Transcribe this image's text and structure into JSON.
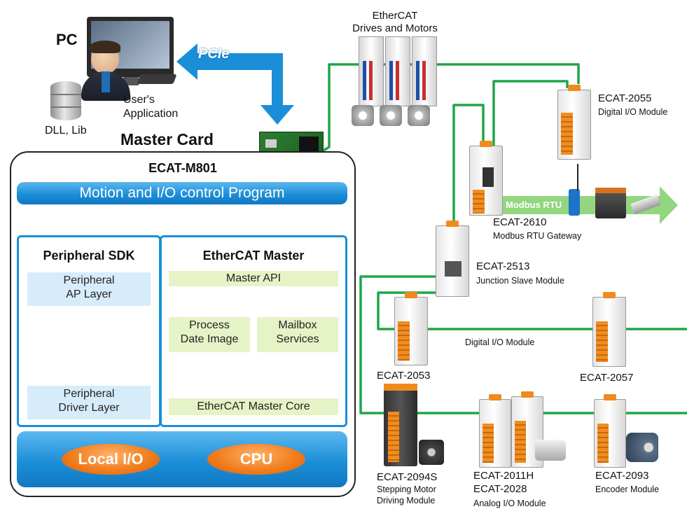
{
  "pc": {
    "title": "PC",
    "user_app_line1": "User's",
    "user_app_line2": "Application",
    "dll_label": "DLL, Lib"
  },
  "pcie_label": "PCIe",
  "master_card": {
    "title": "Master Card",
    "model": "ECAT-M801",
    "program_bar": "Motion and I/O control Program",
    "peripheral_sdk": {
      "title": "Peripheral SDK",
      "ap_line1": "Peripheral",
      "ap_line2": "AP Layer",
      "driver_line1": "Peripheral",
      "driver_line2": "Driver Layer"
    },
    "ethercat_master": {
      "title": "EtherCAT Master",
      "api": "Master API",
      "process_line1": "Process",
      "process_line2": "Date Image",
      "mailbox_line1": "Mailbox",
      "mailbox_line2": "Services",
      "core": "EtherCAT Master Core"
    },
    "local_io": "Local I/O",
    "cpu": "CPU"
  },
  "network": {
    "drives_line1": "EtherCAT",
    "drives_line2": "Drives and Motors",
    "modbus_rtu": "Modbus RTU",
    "digital_io": "Digital I/O Module",
    "modules": [
      {
        "id": "ecat-2055",
        "name": "ECAT-2055",
        "desc": "Digital I/O Module"
      },
      {
        "id": "ecat-2610",
        "name": "ECAT-2610",
        "desc": "Modbus RTU Gateway"
      },
      {
        "id": "ecat-2513",
        "name": "ECAT-2513",
        "desc": "Junction Slave Module"
      },
      {
        "id": "ecat-2053",
        "name": "ECAT-2053",
        "desc": ""
      },
      {
        "id": "ecat-2057",
        "name": "ECAT-2057",
        "desc": ""
      },
      {
        "id": "ecat-2094s",
        "name": "ECAT-2094S",
        "desc": "Stepping Motor",
        "desc2": "Driving Module"
      },
      {
        "id": "ecat-2011h",
        "name": "ECAT-2011H",
        "name2": "ECAT-2028",
        "desc": "Analog I/O Module"
      },
      {
        "id": "ecat-2093",
        "name": "ECAT-2093",
        "desc": "Encoder Module"
      }
    ]
  },
  "colors": {
    "ethercat_wire": "#1fa64a",
    "accent_blue": "#1a8fd8",
    "orange": "#f07b1a",
    "pale_blue": "#d7ecfa",
    "pale_green": "#e6f3c6"
  }
}
